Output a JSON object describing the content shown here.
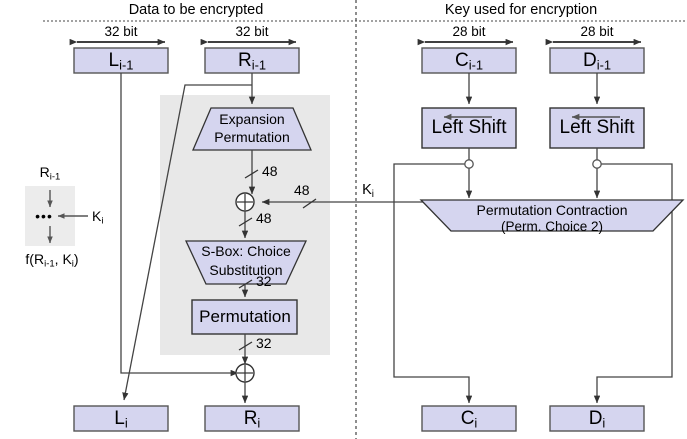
{
  "diagram": {
    "title_left": "Data to be encrypted",
    "title_right": "Key used for encryption",
    "colors": {
      "box_fill": "#d5d5ef",
      "box_stroke": "#333333",
      "shade_fill": "#e8e8e8",
      "line": "#333333",
      "text": "#000000"
    }
  },
  "data_side": {
    "width_labels": [
      {
        "id": "left-width",
        "text": "32 bit"
      },
      {
        "id": "right-width",
        "text": "32 bit"
      }
    ],
    "inputs": [
      {
        "id": "L-prev",
        "base": "L",
        "sub": "i-1"
      },
      {
        "id": "R-prev",
        "base": "R",
        "sub": "i-1"
      }
    ],
    "outputs": [
      {
        "id": "L-next",
        "base": "L",
        "sub": "i"
      },
      {
        "id": "R-next",
        "base": "R",
        "sub": "i"
      }
    ],
    "stages": [
      {
        "id": "expansion",
        "line1": "Expansion",
        "line2": "Permutation",
        "shape": "trapezoid-down"
      },
      {
        "id": "sbox",
        "line1": "S-Box: Choice",
        "line2": "Substitution",
        "shape": "trapezoid-up"
      },
      {
        "id": "permutation",
        "line1": "Permutation",
        "line2": "",
        "shape": "rect"
      }
    ],
    "wire_labels": [
      {
        "id": "exp-out",
        "text": "48"
      },
      {
        "id": "xor-in-key",
        "text": "48"
      },
      {
        "id": "xor-out",
        "text": "48"
      },
      {
        "id": "sbox-out",
        "text": "32"
      },
      {
        "id": "perm-out",
        "text": "32"
      }
    ],
    "xor_symbol": "+"
  },
  "key_side": {
    "width_labels": [
      {
        "id": "c-width",
        "text": "28 bit"
      },
      {
        "id": "d-width",
        "text": "28 bit"
      }
    ],
    "inputs": [
      {
        "id": "C-prev",
        "base": "C",
        "sub": "i-1"
      },
      {
        "id": "D-prev",
        "base": "D",
        "sub": "i-1"
      }
    ],
    "shifts": [
      {
        "id": "left-shift-c",
        "text": "Left Shift"
      },
      {
        "id": "left-shift-d",
        "text": "Left Shift"
      }
    ],
    "contraction": {
      "id": "perm-contraction",
      "line1": "Permutation Contraction",
      "line2": "(Perm. Choice 2)"
    },
    "outputs": [
      {
        "id": "C-next",
        "base": "C",
        "sub": "i"
      },
      {
        "id": "D-next",
        "base": "D",
        "sub": "i"
      }
    ],
    "subkey_label": {
      "base": "K",
      "sub": "i"
    }
  },
  "legend": {
    "top": {
      "base": "R",
      "sub": "i-1"
    },
    "key_in": {
      "base": "K",
      "sub": "i"
    },
    "dots": "•••",
    "bottom_prefix": "f(R",
    "bottom_sub1": "i-1",
    "bottom_mid": ", K",
    "bottom_sub2": "i",
    "bottom_suffix": ")"
  }
}
